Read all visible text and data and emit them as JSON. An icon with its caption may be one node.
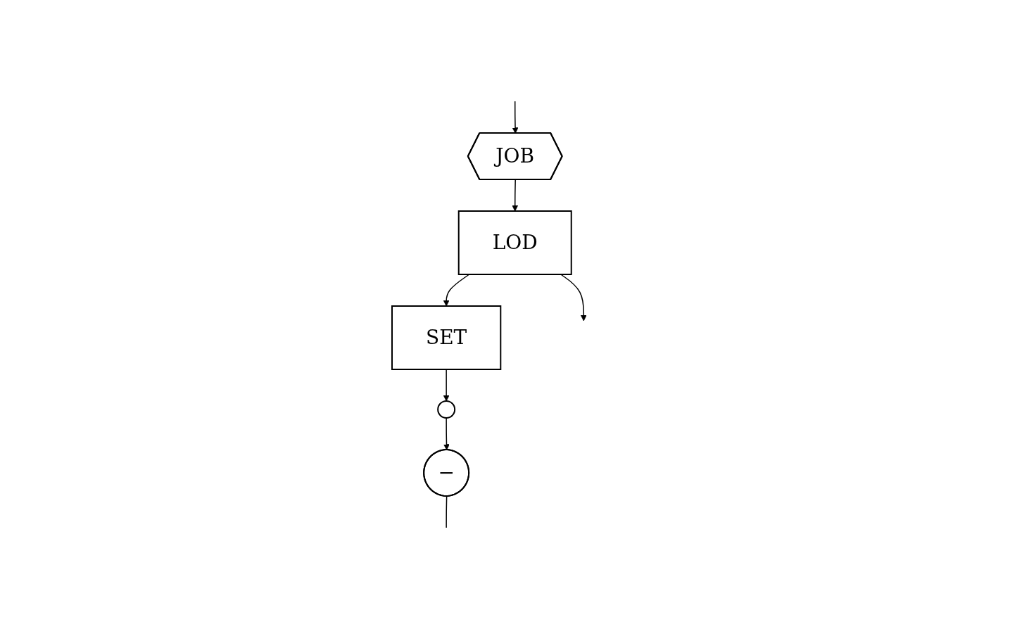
{
  "diagram": {
    "nodes": [
      {
        "text": [
          "JOB"
        ]
      },
      {
        "text": [
          "LOD"
        ]
      },
      {
        "text": [
          "SET"
        ]
      },
      {
        "text": [],
        "shape": "circle"
      },
      {
        "text": [
          "−"
        ]
      }
    ],
    "edges": [
      {
        "from": 0,
        "to": 1,
        "arrow": "to"
      },
      {
        "from": 1,
        "to": 2,
        "arrow": "to"
      },
      {
        "from": 2,
        "to": 3,
        "arrow": "to"
      },
      {
        "from": 3,
        "to": 4,
        "arrow": "to"
      },
      {
        "from": null,
        "to": 0,
        "arrow": "to"
      },
      {
        "from": 1,
        "to": null,
        "arrow": "to"
      },
      {
        "from": 4,
        "to": null,
        "arrow": "none"
      }
    ]
  }
}
